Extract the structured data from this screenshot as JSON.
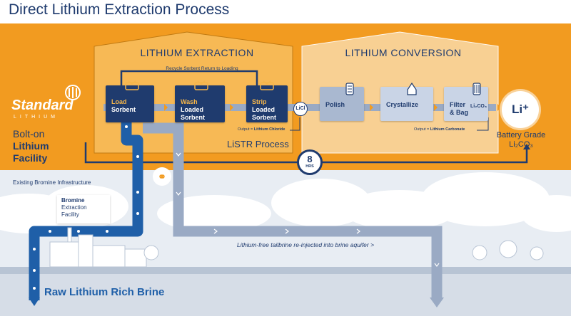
{
  "title": "Direct Lithium Extraction Process",
  "brand": {
    "name": "Standard",
    "sub": "LITHIUM"
  },
  "facility": {
    "line1": "Bolt-on",
    "line2": "Lithium",
    "line3": "Facility"
  },
  "extraction": {
    "header": "LITHIUM EXTRACTION",
    "recycle_label": "Recycle Sorbent Return to Loading",
    "process_name": "LiSTR Process",
    "steps": [
      {
        "highlight": "Load",
        "rest": "Sorbent"
      },
      {
        "highlight": "Wash",
        "rest": "Loaded\nSorbent"
      },
      {
        "highlight": "Strip",
        "rest": "Loaded\nSorbent"
      }
    ],
    "output_prefix": "Output = ",
    "output_value": "Lithium Chloride",
    "intermediate": "LiCl"
  },
  "conversion": {
    "header": "LITHIUM CONVERSION",
    "steps": [
      "Polish",
      "Crystallize",
      "Filter\n& Bag"
    ],
    "output_prefix": "Output = ",
    "output_value": "Lithium Carbonate",
    "product_small": "Li₂CO₃"
  },
  "product": {
    "symbol": "Li⁺",
    "label_line1": "Battery Grade",
    "label_line2": "Li₂CO₃"
  },
  "timer": {
    "value": "8",
    "unit": "HRS"
  },
  "bromine": {
    "infrastructure_label": "Existing Bromine Infrastructure",
    "facility_line1": "Bromine",
    "facility_line2": "Extraction",
    "facility_line3": "Facility"
  },
  "tailbrine_label": "Lithium-free tailbrine re-injected into brine aquifer >",
  "raw_brine_label": "Raw Lithium Rich Brine",
  "colors": {
    "orange": "#f29b20",
    "orange_light": "#f7b955",
    "navy": "#1f3b6e",
    "pipe_blue": "#1f5fa8",
    "pipe_grey": "#9aaac4",
    "sky": "#e8edf3"
  }
}
